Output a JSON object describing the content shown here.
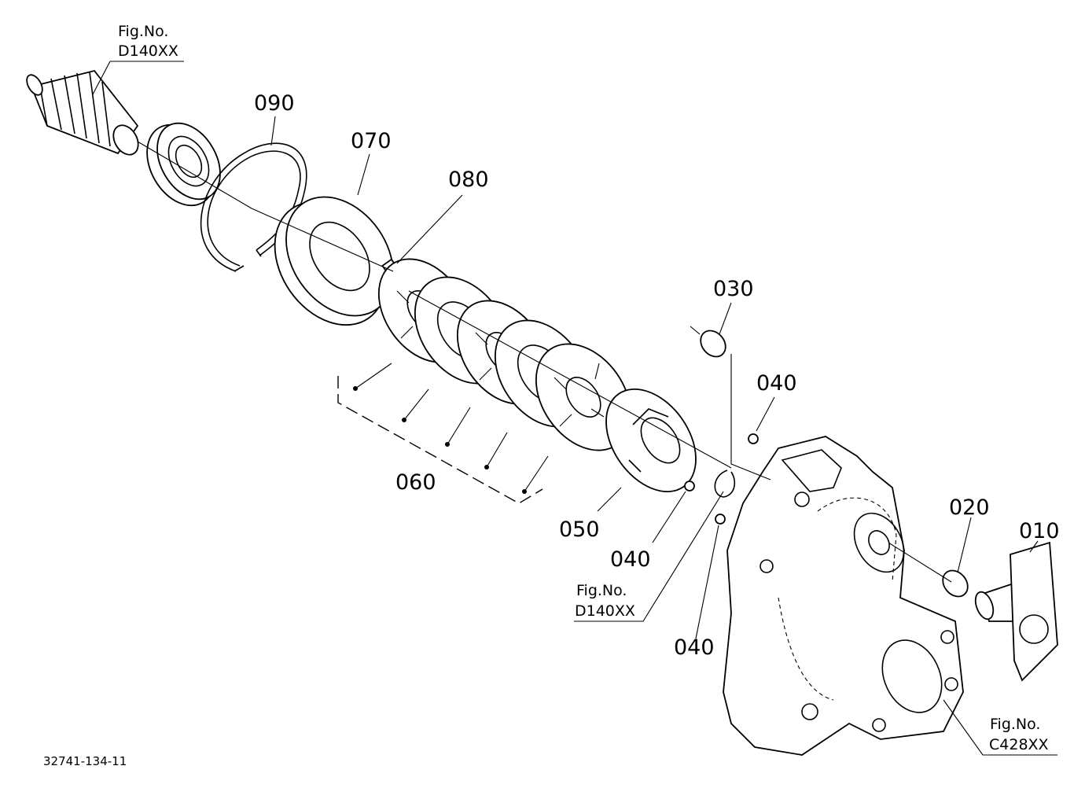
{
  "diagram": {
    "part_numbers": {
      "p010": "010",
      "p020": "020",
      "p030": "030",
      "p040_a": "040",
      "p040_b": "040",
      "p040_c": "040",
      "p050": "050",
      "p060": "060",
      "p070": "070",
      "p080": "080",
      "p090": "090"
    },
    "figure_refs": {
      "top_left": {
        "prefix": "Fig.No.",
        "number": "D140XX"
      },
      "middle": {
        "prefix": "Fig.No.",
        "number": "D140XX"
      },
      "bottom_right": {
        "prefix": "Fig.No.",
        "number": "C428XX"
      }
    },
    "document_number": "32741-134-11"
  }
}
